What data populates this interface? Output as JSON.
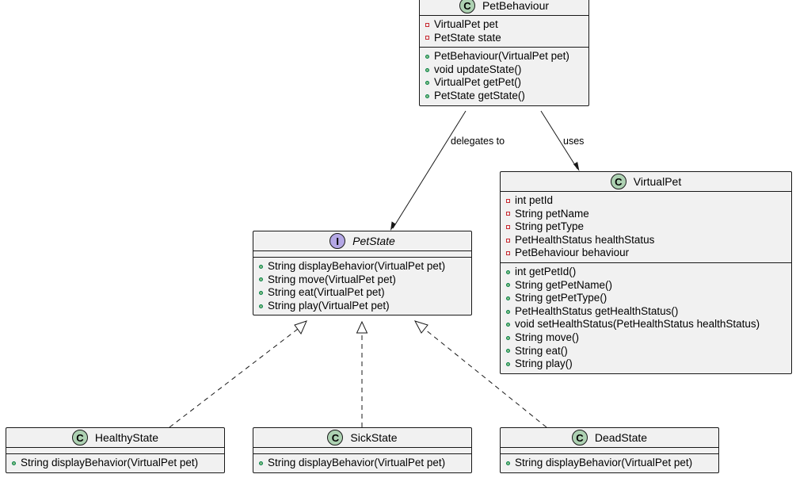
{
  "classes": {
    "pet_behaviour": {
      "stereotype": "C",
      "name": "PetBehaviour",
      "fields": [
        {
          "vis": "private",
          "text": "VirtualPet pet"
        },
        {
          "vis": "private",
          "text": "PetState state"
        }
      ],
      "methods": [
        {
          "vis": "public",
          "text": "PetBehaviour(VirtualPet pet)"
        },
        {
          "vis": "public",
          "text": "void updateState()"
        },
        {
          "vis": "public",
          "text": "VirtualPet getPet()"
        },
        {
          "vis": "public",
          "text": "PetState getState()"
        }
      ]
    },
    "virtual_pet": {
      "stereotype": "C",
      "name": "VirtualPet",
      "fields": [
        {
          "vis": "private",
          "text": "int petId"
        },
        {
          "vis": "private",
          "text": "String petName"
        },
        {
          "vis": "private",
          "text": "String petType"
        },
        {
          "vis": "private",
          "text": "PetHealthStatus healthStatus"
        },
        {
          "vis": "private",
          "text": "PetBehaviour behaviour"
        }
      ],
      "methods": [
        {
          "vis": "public",
          "text": "int getPetId()"
        },
        {
          "vis": "public",
          "text": "String getPetName()"
        },
        {
          "vis": "public",
          "text": "String getPetType()"
        },
        {
          "vis": "public",
          "text": "PetHealthStatus getHealthStatus()"
        },
        {
          "vis": "public",
          "text": "void setHealthStatus(PetHealthStatus healthStatus)"
        },
        {
          "vis": "public",
          "text": "String move()"
        },
        {
          "vis": "public",
          "text": "String eat()"
        },
        {
          "vis": "public",
          "text": "String play()"
        }
      ]
    },
    "pet_state": {
      "stereotype": "I",
      "name": "PetState",
      "fields": [],
      "methods": [
        {
          "vis": "public",
          "text": "String displayBehavior(VirtualPet pet)"
        },
        {
          "vis": "public",
          "text": "String move(VirtualPet pet)"
        },
        {
          "vis": "public",
          "text": "String eat(VirtualPet pet)"
        },
        {
          "vis": "public",
          "text": "String play(VirtualPet pet)"
        }
      ]
    },
    "healthy_state": {
      "stereotype": "C",
      "name": "HealthyState",
      "fields": [],
      "methods": [
        {
          "vis": "public",
          "text": "String displayBehavior(VirtualPet pet)"
        }
      ]
    },
    "sick_state": {
      "stereotype": "C",
      "name": "SickState",
      "fields": [],
      "methods": [
        {
          "vis": "public",
          "text": "String displayBehavior(VirtualPet pet)"
        }
      ]
    },
    "dead_state": {
      "stereotype": "C",
      "name": "DeadState",
      "fields": [],
      "methods": [
        {
          "vis": "public",
          "text": "String displayBehavior(VirtualPet pet)"
        }
      ]
    }
  },
  "relations": [
    {
      "from": "pet_behaviour",
      "to": "pet_state",
      "kind": "association",
      "label": "delegates to"
    },
    {
      "from": "pet_behaviour",
      "to": "virtual_pet",
      "kind": "association",
      "label": "uses"
    },
    {
      "from": "healthy_state",
      "to": "pet_state",
      "kind": "realization",
      "label": ""
    },
    {
      "from": "sick_state",
      "to": "pet_state",
      "kind": "realization",
      "label": ""
    },
    {
      "from": "dead_state",
      "to": "pet_state",
      "kind": "realization",
      "label": ""
    }
  ],
  "colors": {
    "class_fill": "#f1f1f1",
    "border": "#181818",
    "class_badge": "#add1b2",
    "interface_badge": "#b4a7e5",
    "private_marker": "#c82930",
    "public_marker": "#84be84"
  }
}
